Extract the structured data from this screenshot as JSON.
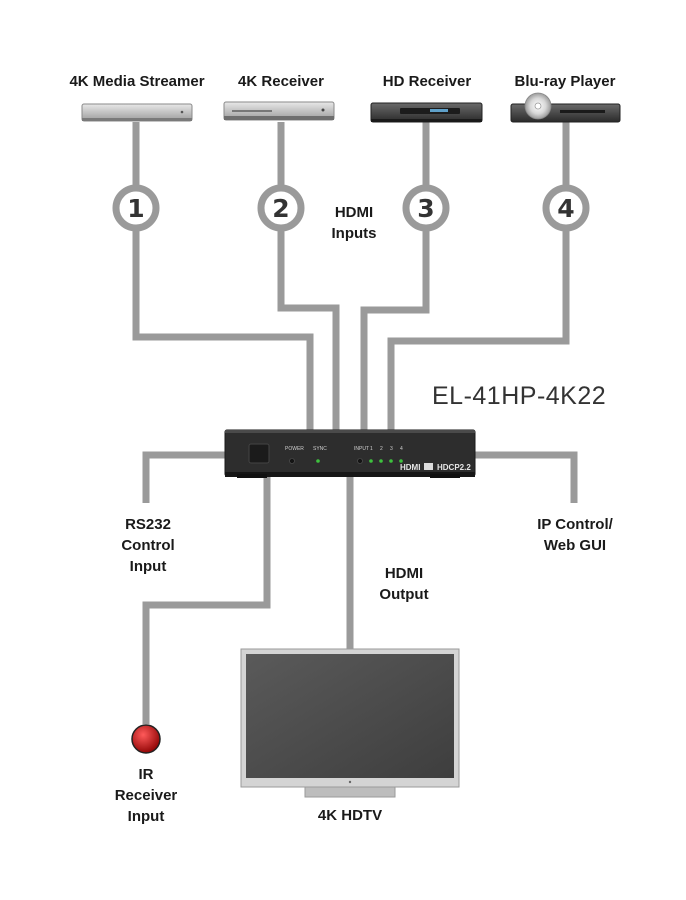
{
  "sources": [
    {
      "label": "4K Media Streamer",
      "port": "1"
    },
    {
      "label": "4K Receiver",
      "port": "2"
    },
    {
      "label": "HD Receiver",
      "port": "3"
    },
    {
      "label": "Blu-ray Player",
      "port": "4"
    }
  ],
  "hdmi_inputs_label": [
    "HDMI",
    "Inputs"
  ],
  "device": {
    "model": "EL-41HP-4K22",
    "panel_power": "POWER",
    "panel_sync": "SYNC",
    "panel_input": "INPUT",
    "panel_ports": [
      "1",
      "2",
      "3",
      "4"
    ],
    "brand_hdmi": "HDMI",
    "brand_hdcp": "HDCP2.2"
  },
  "rs232_label": [
    "RS232",
    "Control",
    "Input"
  ],
  "ip_label": [
    "IP Control/",
    "Web GUI"
  ],
  "hdmi_output_label": [
    "HDMI",
    "Output"
  ],
  "ir_label": [
    "IR",
    "Receiver",
    "Input"
  ],
  "tv_label": "4K HDTV",
  "colors": {
    "cable": "#9a9a9a",
    "led": "#3ec23e",
    "ir_led": "#c40000",
    "device_body": "#2b2b2b"
  }
}
